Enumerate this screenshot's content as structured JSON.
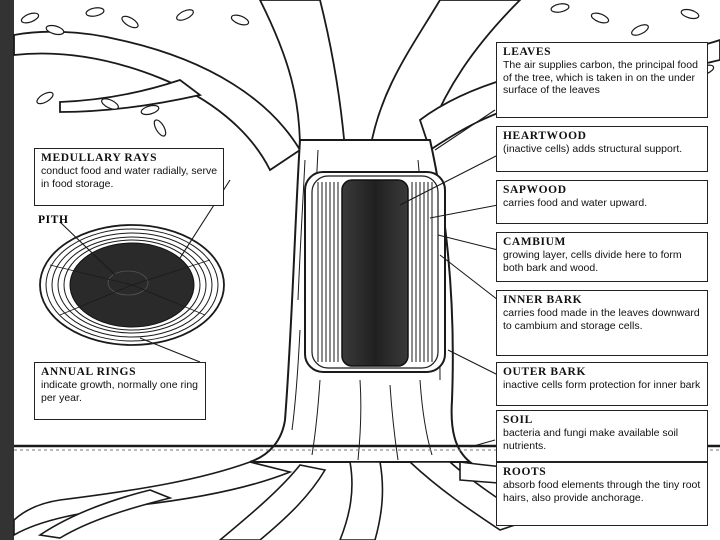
{
  "diagram": {
    "labels": [
      {
        "key": "leaves",
        "title": "LEAVES",
        "text": "The air supplies carbon, the principal food of the tree, which is taken in on the under surface of the leaves"
      },
      {
        "key": "heartwood",
        "title": "HEARTWOOD",
        "text": "(inactive cells) adds structural support."
      },
      {
        "key": "sapwood",
        "title": "SAPWOOD",
        "text": "carries food and water upward."
      },
      {
        "key": "cambium",
        "title": "CAMBIUM",
        "text": "growing layer, cells divide here to form both bark and wood."
      },
      {
        "key": "inner_bark",
        "title": "INNER BARK",
        "text": "carries food made in the leaves downward to cambium and storage cells."
      },
      {
        "key": "outer_bark",
        "title": "OUTER BARK",
        "text": "inactive cells form protection for inner bark"
      },
      {
        "key": "soil",
        "title": "SOIL",
        "text": "bacteria and fungi make available soil nutrients."
      },
      {
        "key": "roots",
        "title": "ROOTS",
        "text": "absorb food elements through the tiny root hairs, also provide anchorage."
      },
      {
        "key": "medullary_rays",
        "title": "MEDULLARY RAYS",
        "text": "conduct food and water radially, serve in food storage."
      },
      {
        "key": "annual_rings",
        "title": "ANNUAL RINGS",
        "text": "indicate growth, normally one ring per year."
      }
    ],
    "pith_label": "PITH"
  },
  "colors": {
    "ink": "#1a1a1a",
    "core": "#2b2b2b",
    "paper": "#ffffff"
  }
}
